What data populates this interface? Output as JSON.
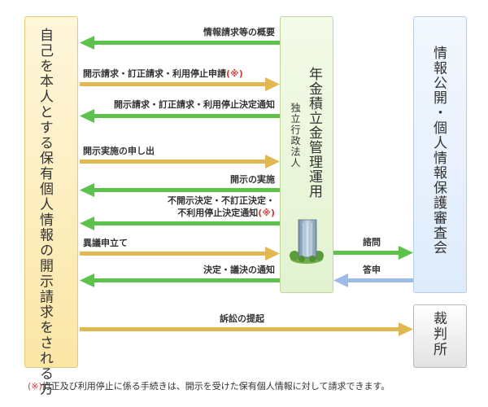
{
  "parties": {
    "person": "自己を本人とする保有個人情報の開示請求をされる方",
    "gpif_name": "年金積立金管理運用",
    "gpif_type": "独立行政法人",
    "committee": "情報公開・個人情報保護審査会",
    "court": "裁判所"
  },
  "flows": {
    "outline": "情報請求等の概要",
    "request": "開示請求・訂正請求・利用停止申請",
    "request_mark": "(※)",
    "decision": "開示請求・訂正請求・利用停止決定通知",
    "implement_request": "開示実施の申し出",
    "implementation": "開示の実施",
    "non_disclosure_line1": "不開示決定・不訂正決定・",
    "non_disclosure_line2": "不利用停止決定通知",
    "non_disclosure_mark": "(※)",
    "objection": "異議申立て",
    "consult": "諮問",
    "reply": "答申",
    "ruling": "決定・議決の通知",
    "lawsuit": "訴訟の提起"
  },
  "footnote": {
    "mark": "(※)",
    "text": "訂正及び利用停止に係る手続きは、開示を受けた保有個人情報に対して請求できます。"
  },
  "colors": {
    "green_arrow": "#5cc24a",
    "gold_arrow": "#e0b750",
    "blue_arrow": "#9dbbe6"
  }
}
